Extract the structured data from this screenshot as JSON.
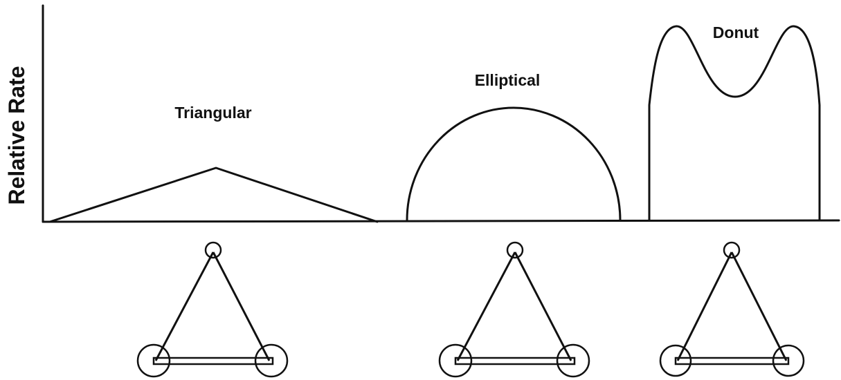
{
  "diagram": {
    "ylabel": "Relative Rate",
    "profiles": [
      {
        "id": "triangular",
        "label": "Triangular"
      },
      {
        "id": "elliptical",
        "label": "Elliptical"
      },
      {
        "id": "donut",
        "label": "Donut"
      }
    ]
  },
  "colors": {
    "ink": "#111111",
    "background": "#ffffff"
  }
}
